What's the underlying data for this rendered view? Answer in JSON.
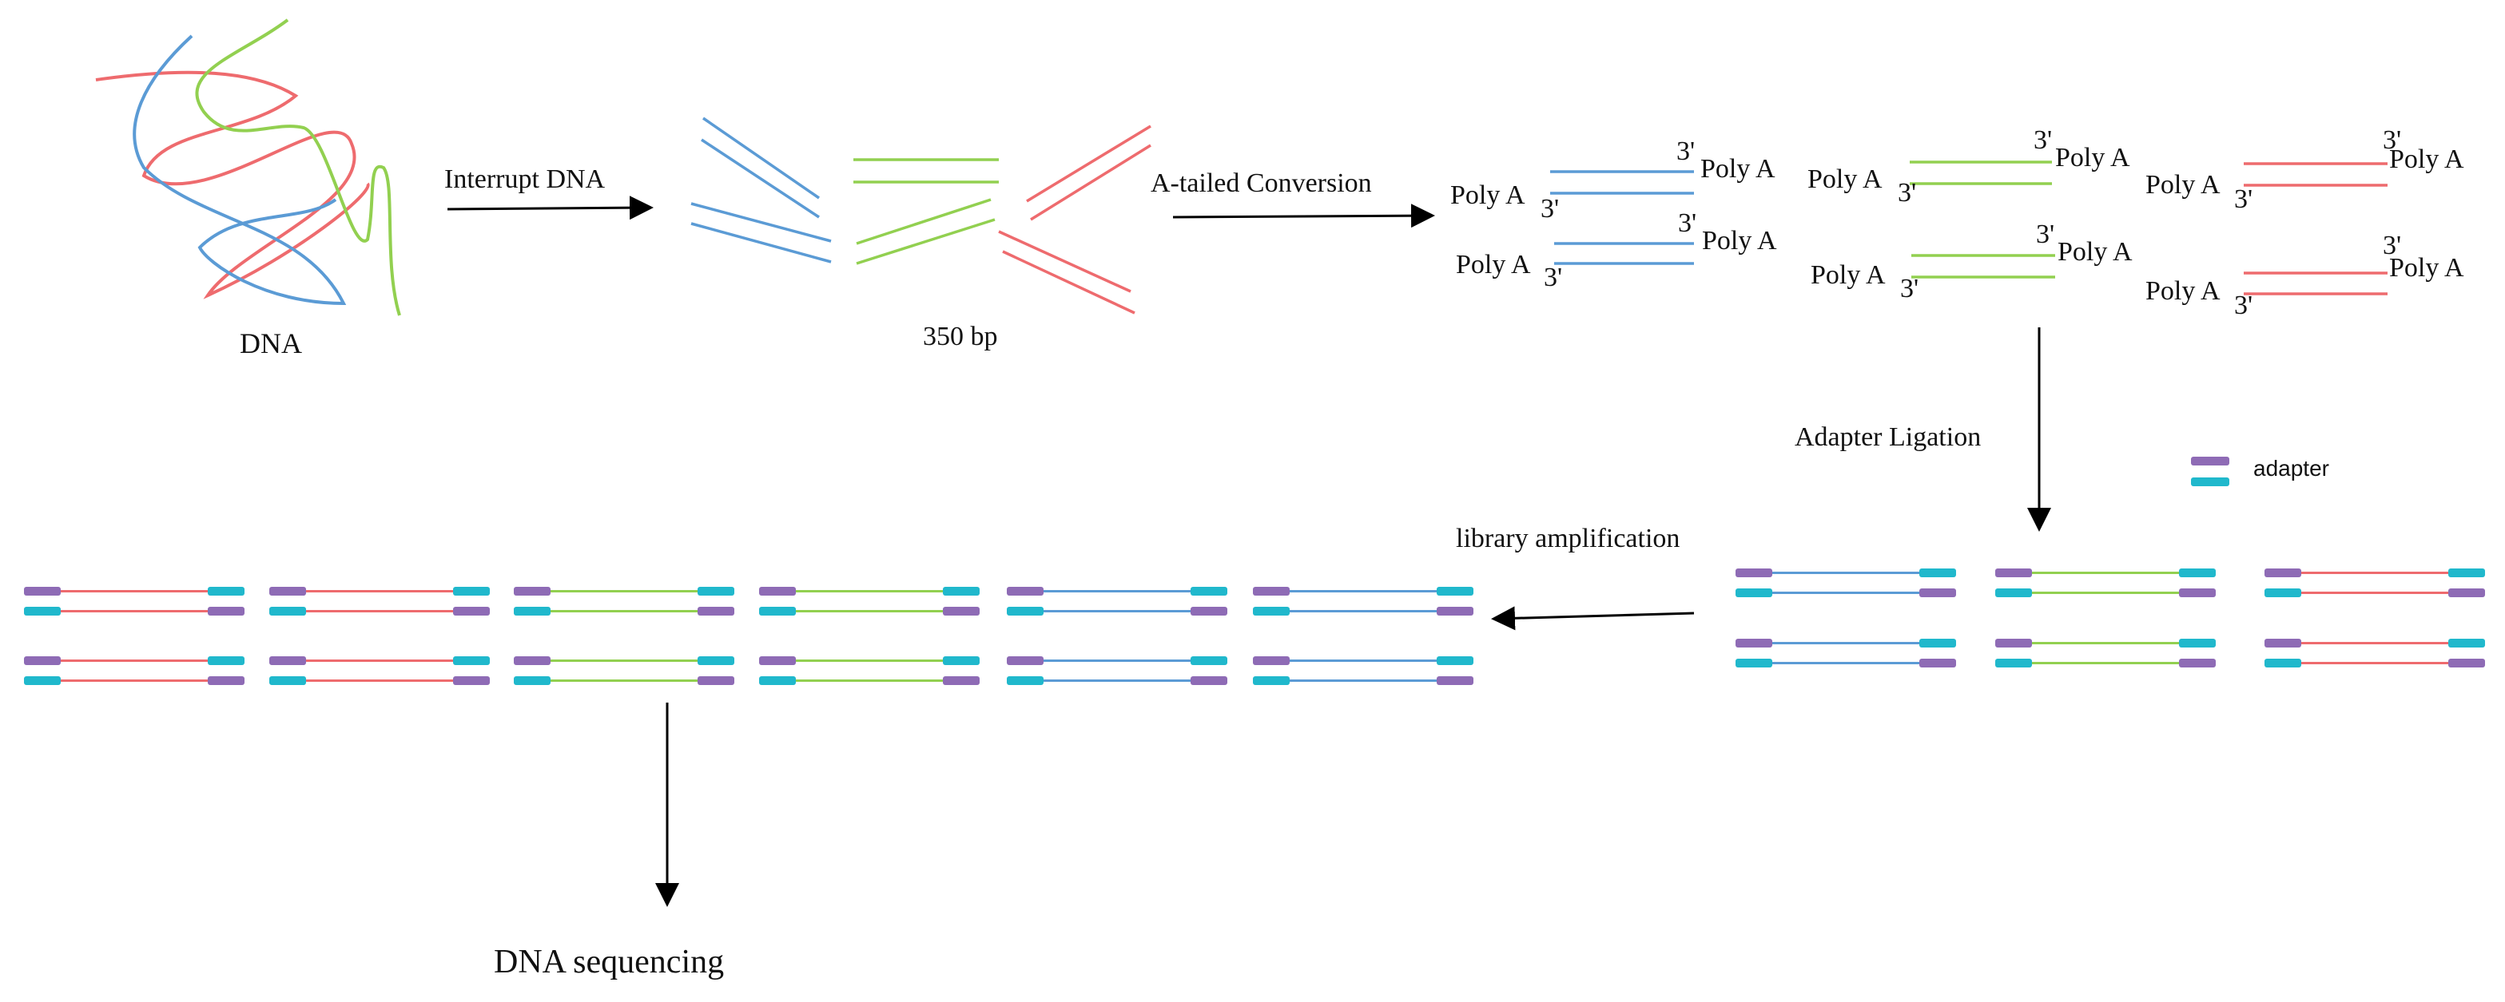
{
  "colors": {
    "blue": "#5B9BD5",
    "green": "#92D050",
    "red": "#EE6B6E",
    "adapter_purple": "#8E6BB5",
    "adapter_cyan": "#20B8CC",
    "arrow": "#000000"
  },
  "labels": {
    "dna": "DNA",
    "interrupt": "Interrupt DNA",
    "fragment_size": "350 bp",
    "a_tailed": "A-tailed Conversion",
    "adapter_ligation": "Adapter Ligation",
    "legend_adapter": "adapter",
    "library_amplification": "library amplification",
    "dna_sequencing": "DNA sequencing",
    "poly_a": "Poly A",
    "three_prime": "3'"
  }
}
